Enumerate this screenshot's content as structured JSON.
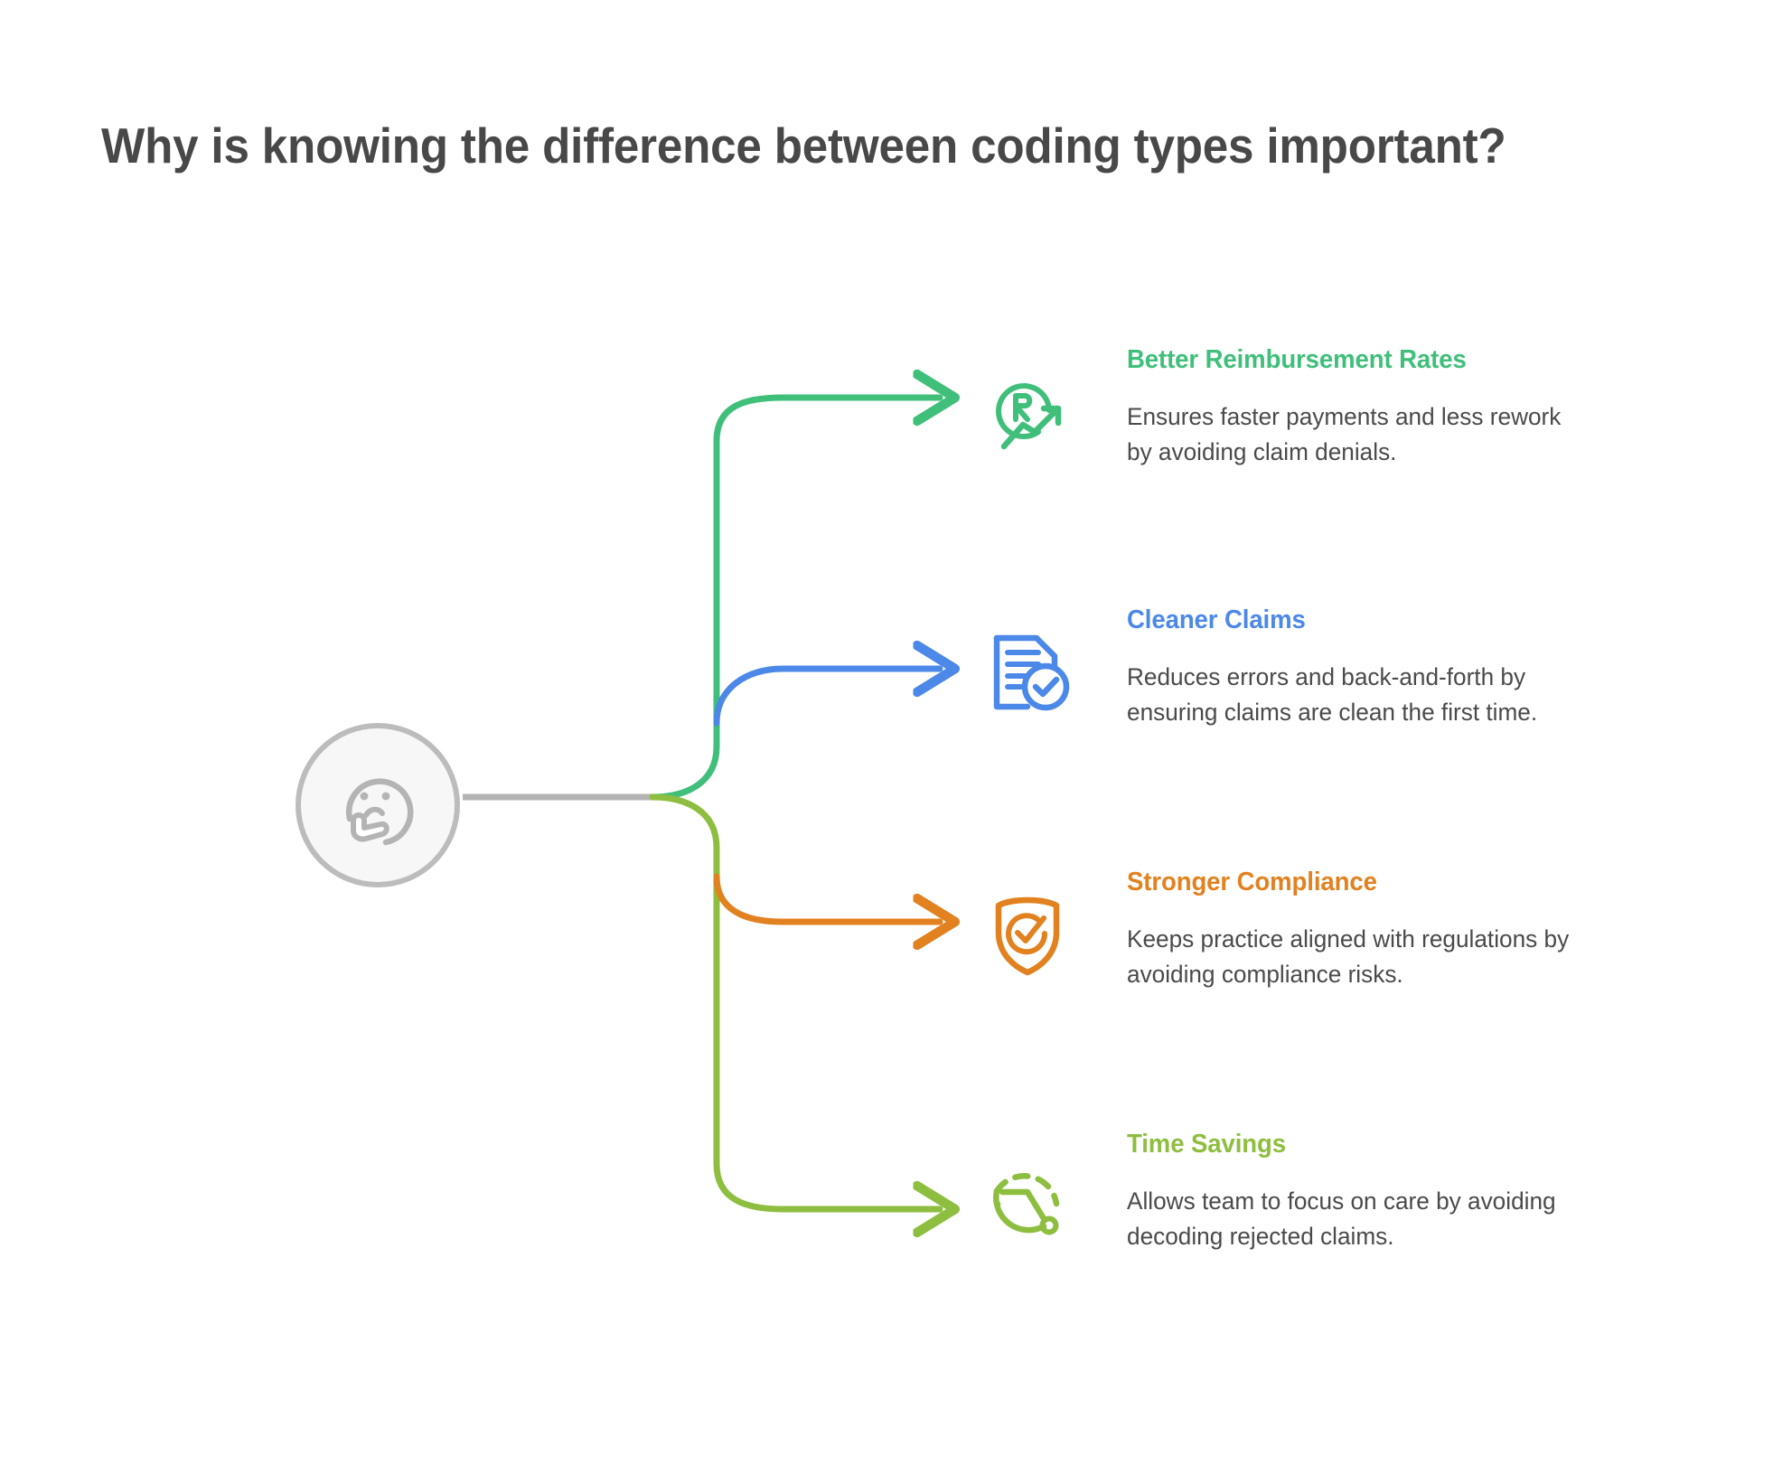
{
  "title": "Why is knowing the difference between coding types important?",
  "central_node": {
    "icon": "thinking-face-icon",
    "label": ""
  },
  "colors": {
    "title": "#484848",
    "body_text": "#4a4a4a",
    "trunk": "#b4b4b4",
    "node_ring": "#bcbcbc",
    "node_fill": "#f7f7f7",
    "green": "#3fbf79",
    "blue": "#4c88e8",
    "orange": "#e2811f",
    "olive": "#8ebe3f"
  },
  "branches": [
    {
      "id": "better-reimbursement-rates",
      "title": "Better Reimbursement Rates",
      "description": "Ensures faster payments and less rework\nby avoiding claim denials.",
      "color": "#3fbf79",
      "icon": "registered-trending-up-icon"
    },
    {
      "id": "cleaner-claims",
      "title": "Cleaner Claims",
      "description": "Reduces errors and back-and-forth by\nensuring claims are clean the first time.",
      "color": "#4c88e8",
      "icon": "document-check-icon"
    },
    {
      "id": "stronger-compliance",
      "title": "Stronger Compliance",
      "description": "Keeps practice aligned with regulations by\navoiding compliance risks.",
      "color": "#e2811f",
      "icon": "shield-check-icon"
    },
    {
      "id": "time-savings",
      "title": "Time Savings",
      "description": "Allows team to focus on care by avoiding\ndecoding rejected claims.",
      "color": "#8ebe3f",
      "icon": "clock-dashed-icon"
    }
  ]
}
